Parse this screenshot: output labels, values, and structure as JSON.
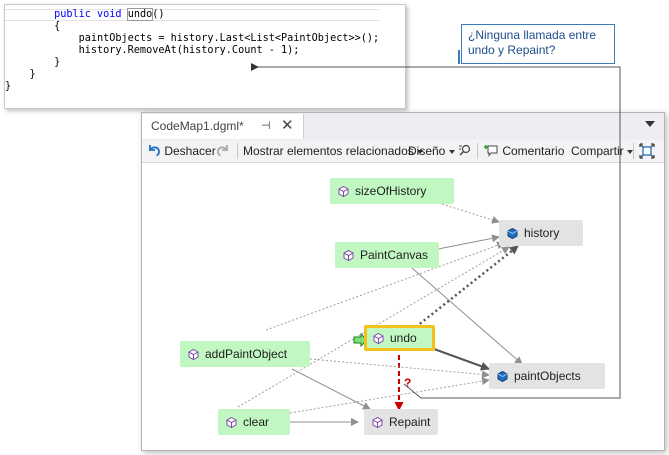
{
  "code": {
    "lines": [
      {
        "indent": "        ",
        "keyword": "public void ",
        "name": "undo",
        "rest": "()"
      },
      {
        "text": "        {"
      },
      {
        "text": "            paintObjects = history.Last<List<PaintObject>>();"
      },
      {
        "text": "            history.RemoveAt(history.Count - 1);"
      },
      {
        "text": "        }"
      },
      {
        "text": "    }"
      },
      {
        "text": "}"
      }
    ]
  },
  "callout": {
    "text_line1": "¿Ninguna llamada entre",
    "text_line2": "undo y Repaint?"
  },
  "window": {
    "tab_title": "CodeMap1.dgml*",
    "pin_glyph": "⊣",
    "close_glyph": "✕"
  },
  "toolbar": {
    "undo_label": "Deshacer",
    "related_label": "Mostrar elementos relacionados",
    "layout_label": "Diseño",
    "comment_label": "Comentario",
    "share_label": "Compartir"
  },
  "graph": {
    "nodes": {
      "sizeOfHistory": "sizeOfHistory",
      "history": "history",
      "PaintCanvas": "PaintCanvas",
      "undo": "undo",
      "addPaintObject": "addPaintObject",
      "paintObjects": "paintObjects",
      "clear": "clear",
      "Repaint": "Repaint"
    },
    "question_mark": "?"
  },
  "colors": {
    "method_node": "#c1f8c1",
    "field_node": "#e3e3e3",
    "selected_border": "#f3c31b",
    "missing_link": "#cc0000",
    "accent_blue": "#1e6fc1"
  }
}
